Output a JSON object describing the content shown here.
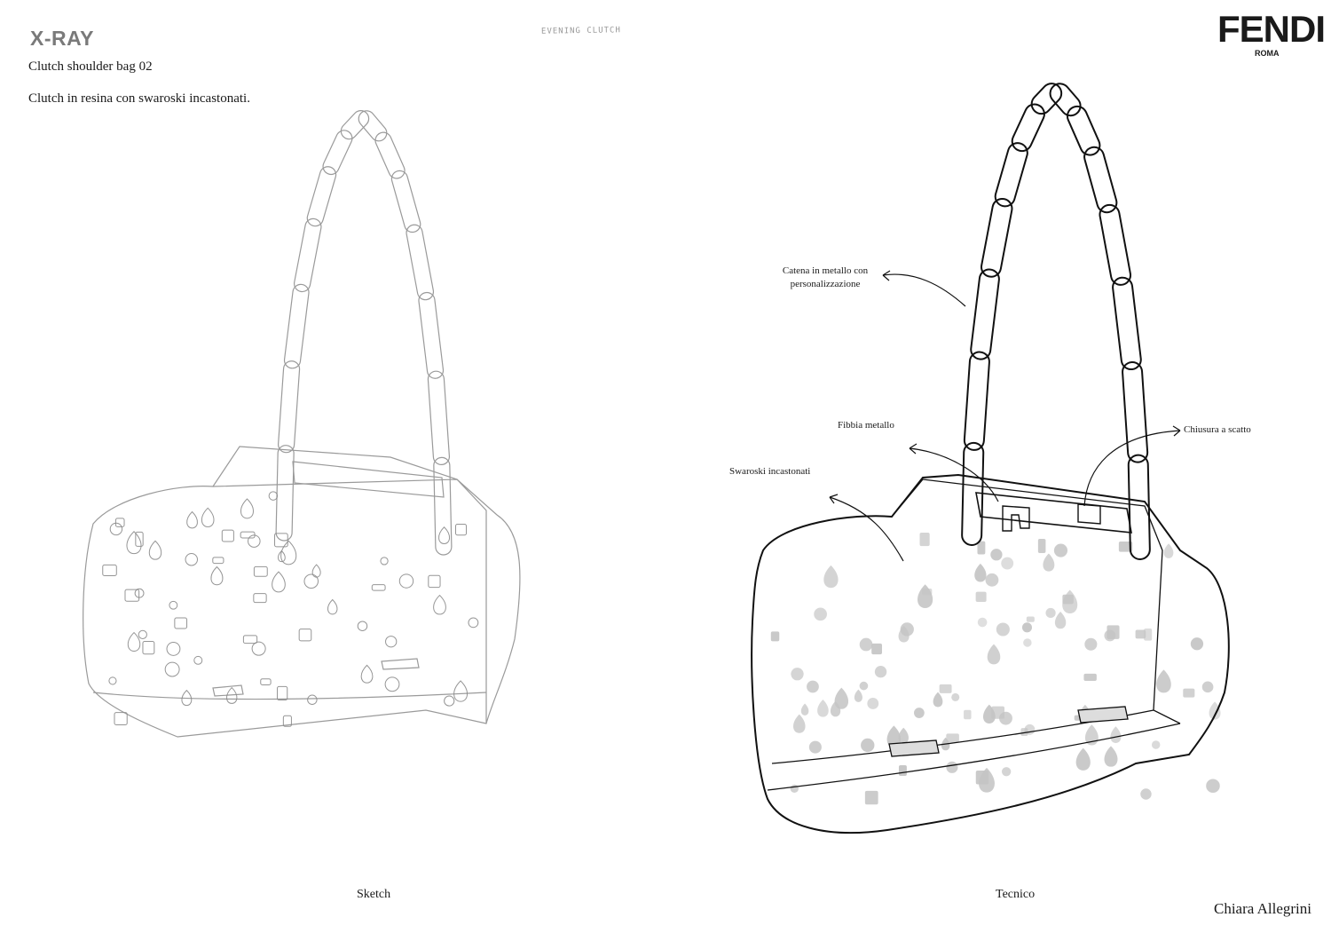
{
  "header": {
    "title": "X-RAY",
    "subtitle": "Clutch shoulder bag 02",
    "description": "Clutch in resina con swaroski incastonati.",
    "handwritten_note": "EVENING CLUTCH"
  },
  "brand": {
    "name": "FENDI",
    "subline": "ROMA"
  },
  "captions": {
    "sketch": "Sketch",
    "technical": "Tecnico"
  },
  "annotations": {
    "chain": "Catena in metallo con personalizzazione",
    "buckle": "Fibbia metallo",
    "clasp": "Chiusura a scatto",
    "stones": "Swaroski incastonati"
  },
  "author": "Chiara Allegrini",
  "colors": {
    "sketch_line": "#9a9a9a",
    "tech_line": "#111111",
    "stone_fill": "#bdbdbd",
    "title_gray": "#7a7a7a"
  }
}
